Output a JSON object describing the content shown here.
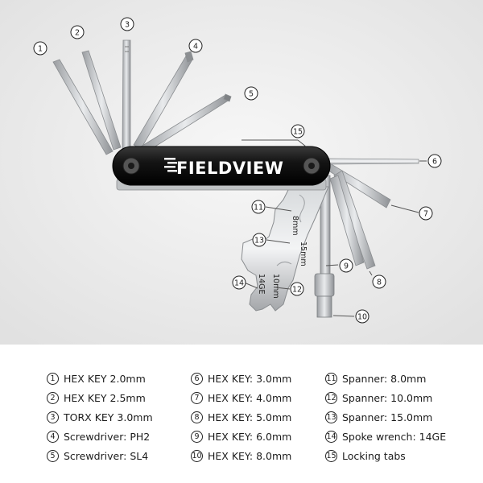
{
  "brand": "FIELDVIEW",
  "engraving": {
    "spanner_8": "8mm",
    "spanner_15": "15mm",
    "spanner_10": "10mm",
    "gauge": "14GE"
  },
  "callouts": [
    "1",
    "2",
    "3",
    "4",
    "5",
    "6",
    "7",
    "8",
    "9",
    "10",
    "11",
    "12",
    "13",
    "14",
    "15"
  ],
  "legend": {
    "col1": [
      {
        "num": "1",
        "label": "HEX KEY 2.0mm"
      },
      {
        "num": "2",
        "label": "HEX KEY 2.5mm"
      },
      {
        "num": "3",
        "label": "TORX KEY 3.0mm"
      },
      {
        "num": "4",
        "label": "Screwdriver: PH2"
      },
      {
        "num": "5",
        "label": "Screwdriver: SL4"
      }
    ],
    "col2": [
      {
        "num": "6",
        "label": "HEX KEY: 3.0mm"
      },
      {
        "num": "7",
        "label": "HEX KEY: 4.0mm"
      },
      {
        "num": "8",
        "label": "HEX KEY: 5.0mm"
      },
      {
        "num": "9",
        "label": "HEX KEY: 6.0mm"
      },
      {
        "num": "10",
        "label": "HEX KEY: 8.0mm"
      }
    ],
    "col3": [
      {
        "num": "11",
        "label": "Spanner: 8.0mm"
      },
      {
        "num": "12",
        "label": "Spanner: 10.0mm"
      },
      {
        "num": "13",
        "label": "Spanner: 15.0mm"
      },
      {
        "num": "14",
        "label": "Spoke wrench: 14GE"
      },
      {
        "num": "15",
        "label": "Locking tabs"
      }
    ]
  }
}
